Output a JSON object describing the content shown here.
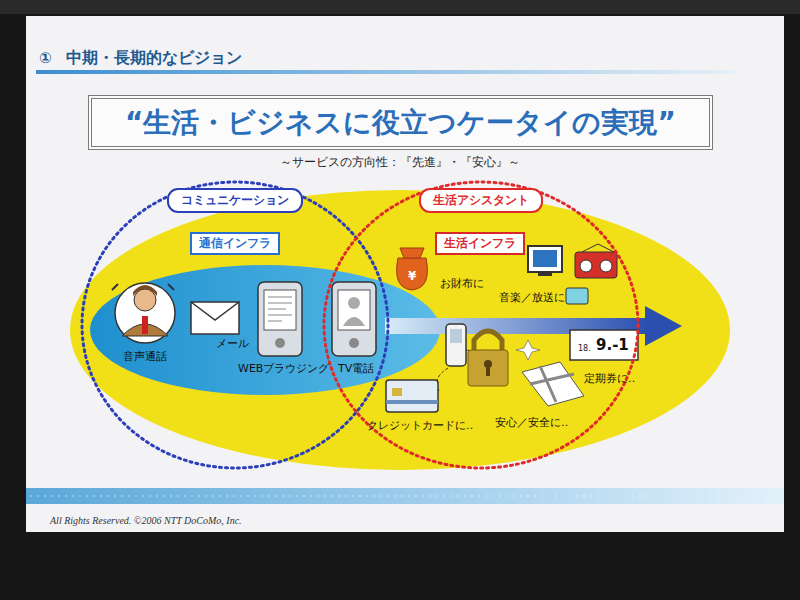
{
  "diagram": {
    "title": "中期・長期的なビジョン",
    "nodes": [
      {
        "text": [
          "“生活・ビジネスに役立つケータイの実現”"
        ]
      },
      {
        "text": [
          "コミュニケーション"
        ]
      },
      {
        "text": [
          "生活アシスタント"
        ]
      },
      {
        "text": [
          "通信インフラ"
        ],
        "in": 1
      },
      {
        "text": [
          "生活インフラ"
        ],
        "in": 2
      }
    ],
    "labels": [
      "①",
      "～サービスの方向性：『先進』・『安心』～",
      "音声通話",
      "メール",
      "WEBブラウジング",
      "TV電話",
      "お財布に",
      "¥",
      "音楽／放送に",
      "18.",
      "9.-1",
      "定期券に‥",
      "クレジットカードに‥",
      "安心／安全に‥",
      "All Rights Reserved. ©2006 NTT DoCoMo, Inc."
    ]
  }
}
